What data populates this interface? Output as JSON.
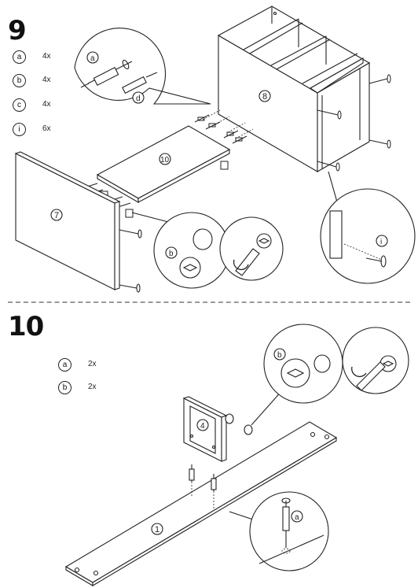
{
  "step9": {
    "number": "9",
    "legend": [
      {
        "letter": "a",
        "qty": "4x"
      },
      {
        "letter": "b",
        "qty": "4x"
      },
      {
        "letter": "c",
        "qty": "4x"
      },
      {
        "letter": "i",
        "qty": "6x"
      }
    ],
    "panel_labels": {
      "left_side": "7",
      "top_shelf": "10",
      "right_side": "8"
    },
    "callouts": {
      "detail_a": "a",
      "detail_d": "d",
      "detail_b": "b",
      "detail_i": "i"
    }
  },
  "step10": {
    "number": "10",
    "legend": [
      {
        "letter": "a",
        "qty": "2x"
      },
      {
        "letter": "b",
        "qty": "2x"
      }
    ],
    "panel_labels": {
      "board": "1",
      "small_panel": "4"
    },
    "callouts": {
      "detail_b": "b",
      "detail_a": "a"
    }
  },
  "colors": {
    "line": "#222222",
    "divider": "#999999",
    "background": "#ffffff"
  },
  "icons": [
    "screwdriver-icon",
    "cam-lock-icon",
    "dowel-icon",
    "screw-icon"
  ]
}
